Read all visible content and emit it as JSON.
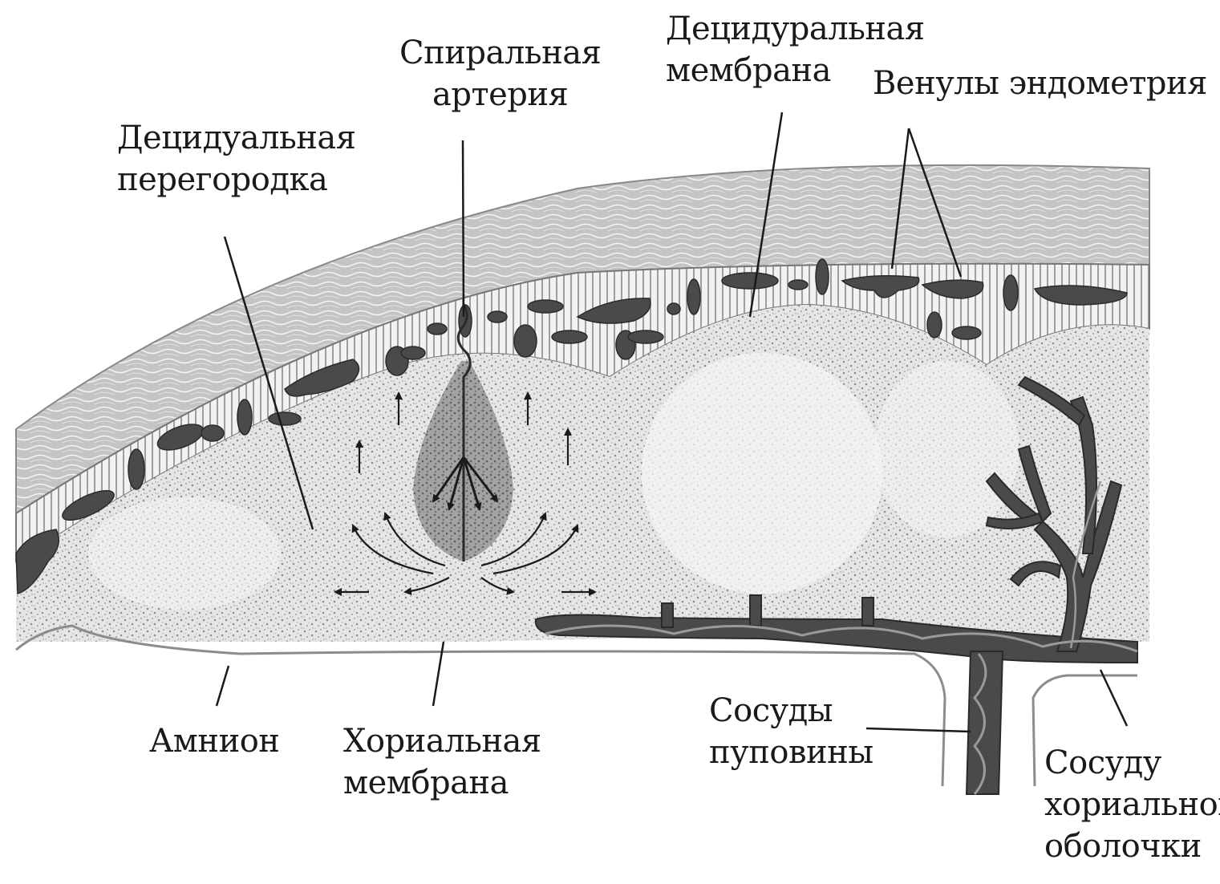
{
  "diagram": {
    "labels": {
      "decidual_septum": [
        "Децидуальная",
        "перегородка"
      ],
      "spiral_artery": [
        "Спиральная",
        "артерия"
      ],
      "decidual_membrane": [
        "Децидуральная",
        "мембрана"
      ],
      "endometrial_venules": [
        "Венулы эндометрия"
      ],
      "amnion": [
        "Амнион"
      ],
      "chorionic_membrane": [
        "Хориальная",
        "мембрана"
      ],
      "umbilical_vessels": [
        "Сосуды",
        "пуповины"
      ],
      "chorionic_vessels": [
        "Сосуду",
        "хориальной",
        "оболочки"
      ]
    },
    "colors": {
      "ink": "#1a1a1a",
      "vessel": "#4a4a4a",
      "myometrium": "#b4b4b4",
      "decidua_stripes": "#8a8a8a",
      "stipple": "#9a9a9a",
      "membrane_line": "#8c8c8c"
    }
  }
}
